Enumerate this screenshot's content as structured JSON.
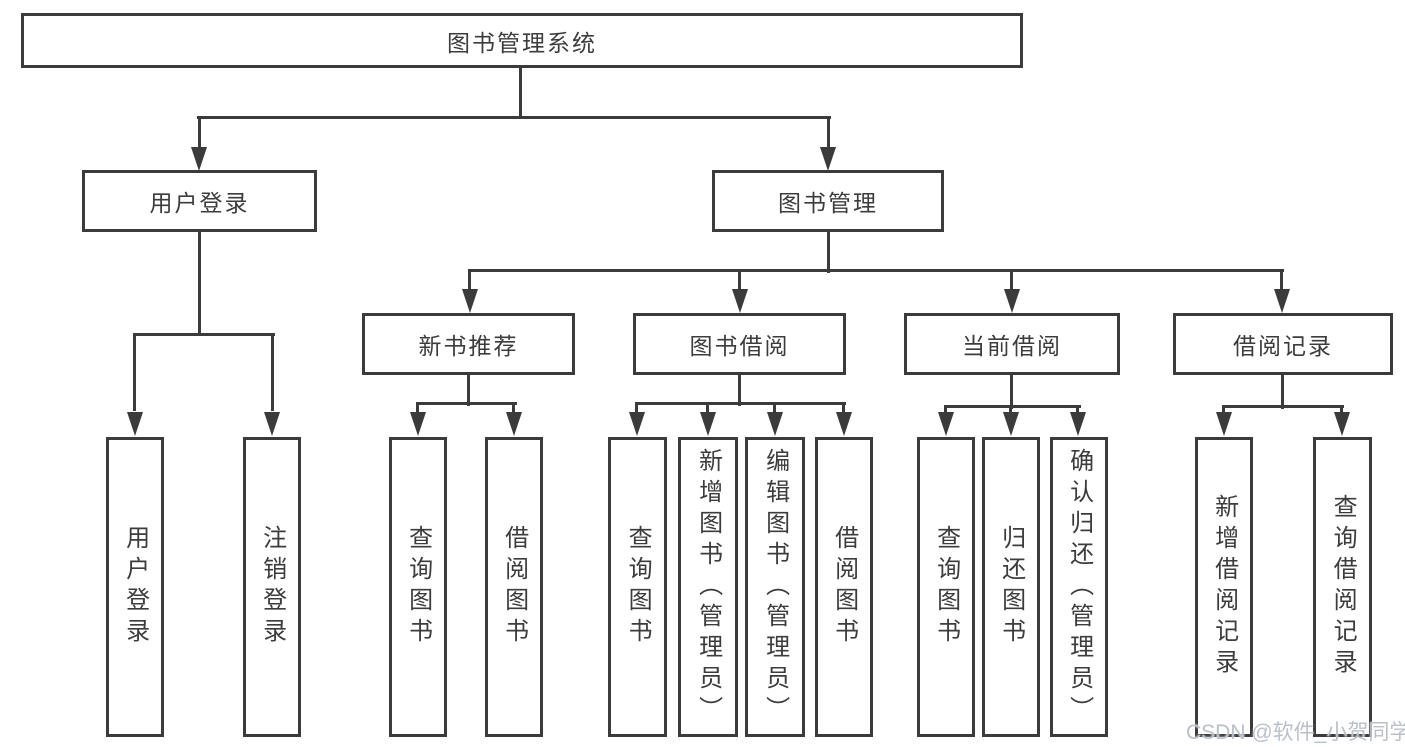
{
  "root": {
    "label": "图书管理系统"
  },
  "level2": {
    "user_login": "用户登录",
    "book_management": "图书管理"
  },
  "level3": {
    "new_book_recommend": "新书推荐",
    "book_borrow": "图书借阅",
    "current_borrow": "当前借阅",
    "borrow_records": "借阅记录"
  },
  "leaves": {
    "user_login": [
      "用户登录",
      "注销登录"
    ],
    "new_book_recommend": [
      "查询图书",
      "借阅图书"
    ],
    "book_borrow": [
      "查询图书",
      "新增图书（管理员）",
      "编辑图书（管理员）",
      "借阅图书"
    ],
    "current_borrow": [
      "查询图书",
      "归还图书",
      "确认归还（管理员）"
    ],
    "borrow_records": [
      "新增借阅记录",
      "查询借阅记录"
    ]
  },
  "watermark": "CSDN @软件_小贺同学",
  "colors": {
    "line": "#3b3b3b",
    "text": "#3c3c3c",
    "box_background": "#ffffff",
    "watermark": "#b9c0ca"
  }
}
